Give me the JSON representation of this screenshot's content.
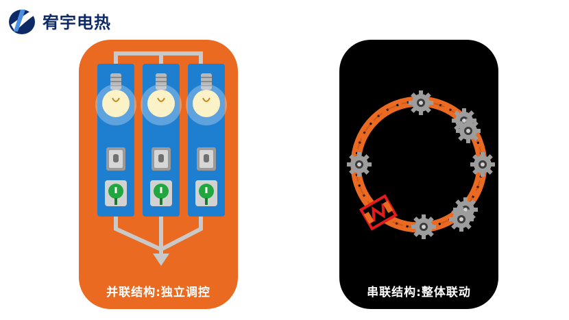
{
  "brand": {
    "name": "宥宇电热",
    "color": "#0d2a66"
  },
  "left_panel": {
    "caption": "并联结构:独立调控",
    "background": "#ea6a22",
    "column_count": 3
  },
  "right_panel": {
    "caption": "串联结构:整体联动",
    "background": "#000000",
    "gear_count": 8,
    "chain_color": "#ea6a22"
  },
  "colors": {
    "column_blue": "#1e7fd0",
    "switch_green": "#22a640",
    "wire": "#c9c9c9",
    "warning_red": "#e21c1c"
  }
}
